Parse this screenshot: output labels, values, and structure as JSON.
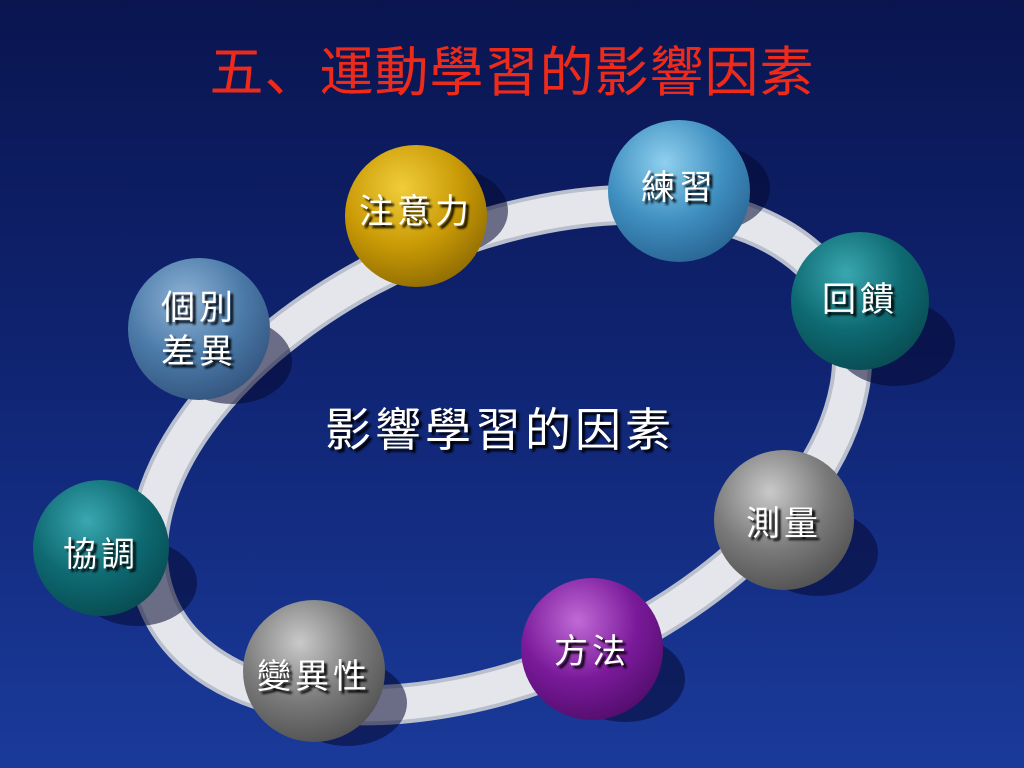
{
  "slide": {
    "title": "五、運動學習的影響因素",
    "center_label": "影響學習的因素"
  },
  "colors": {
    "title": "#ee2a1a",
    "ring": "#e4e6ec",
    "ring_edge": "#b9bfcc"
  },
  "nodes": {
    "attention": {
      "label": "注意力",
      "color": "gold"
    },
    "practice": {
      "label": "練習",
      "color": "sky"
    },
    "feedback": {
      "label": "回饋",
      "color": "teal"
    },
    "measurement": {
      "label": "測量",
      "color": "gray"
    },
    "method": {
      "label": "方法",
      "color": "purple"
    },
    "variability": {
      "label": "變異性",
      "color": "gray"
    },
    "coordination": {
      "label": "協調",
      "color": "teal"
    },
    "individual": {
      "label_line1": "個別",
      "label_line2": "差異",
      "color": "steel"
    }
  }
}
